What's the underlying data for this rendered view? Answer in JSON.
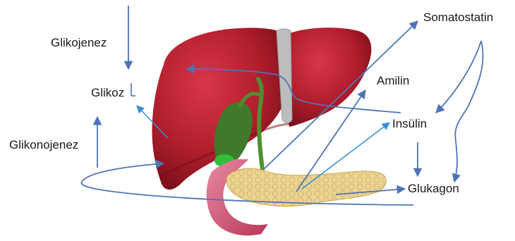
{
  "labels": {
    "glikojenez": "Glikojenez",
    "glikoz": "Glikoz",
    "glikonojenez": "Glikonojenez",
    "somatostatin": "Somatostatin",
    "amilin": "Amilin",
    "insulin": "Insülin",
    "glukagon": "Glukagon"
  },
  "colors": {
    "arrow": "#4f74b5",
    "arrow_light": "#3a8fd6",
    "liver": "#b01e2c",
    "liver_dark": "#7a0f1a",
    "gallbladder": "#3f7a2a",
    "pancreas": "#e9cf88",
    "duodenum": "#d9587a",
    "ligament": "#b8b8b8"
  }
}
